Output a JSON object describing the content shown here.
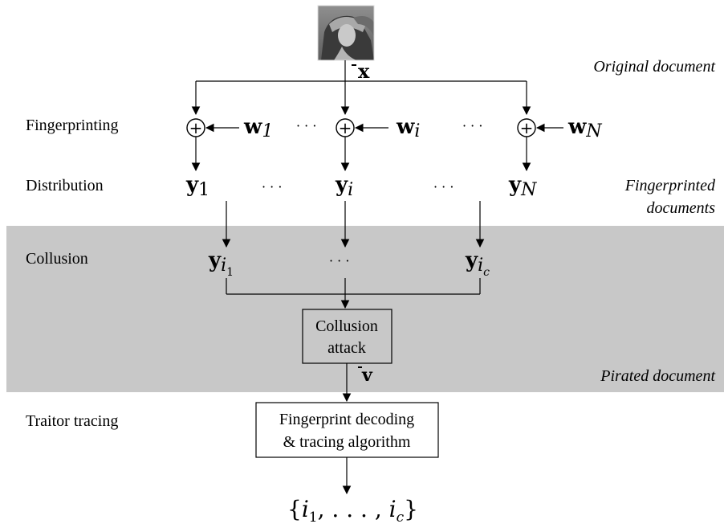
{
  "left_labels": {
    "fingerprinting": "Fingerprinting",
    "distribution": "Distribution",
    "collusion": "Collusion",
    "traitor_tracing": "Traitor tracing"
  },
  "right_labels": {
    "original_document": "Original document",
    "fingerprinted_line1": "Fingerprinted",
    "fingerprinted_line2": "documents",
    "pirated_document": "Pirated document"
  },
  "boxes": {
    "collusion_attack_line1": "Collusion",
    "collusion_attack_line2": "attack",
    "decoding_line1": "Fingerprint decoding",
    "decoding_line2": "& tracing algorithm"
  },
  "symbols": {
    "original": "x",
    "plus": "+",
    "w_base": "w",
    "w_subs": [
      "1",
      "i",
      "N"
    ],
    "y_base": "y",
    "y_subs": [
      "1",
      "i",
      "N"
    ],
    "colluder_base": "i",
    "colluder_subs": [
      "1",
      "c"
    ],
    "pirated": "v",
    "dots": "· · ·",
    "output_open": "{",
    "output_sep": ", . . . , ",
    "output_close": "}"
  },
  "colors": {
    "shaded_band": "#c8c8c8",
    "ink": "#000000",
    "background": "#ffffff"
  }
}
